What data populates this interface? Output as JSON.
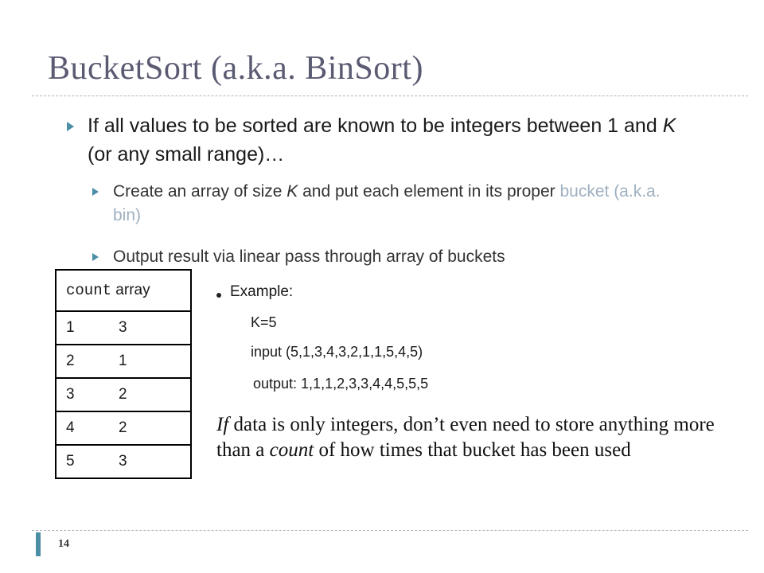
{
  "slide": {
    "title": "BucketSort (a.k.a. BinSort)",
    "page_number": "14",
    "bullets": {
      "main_1": "If all values to be sorted are known to be integers between 1 and ",
      "main_k": "K",
      "main_2": " (or any small range)…",
      "sub1_1": "Create an array of size ",
      "sub1_k": "K",
      "sub1_2": " and put each element in its proper ",
      "sub1_hl": "bucket (a.k.a. bin)",
      "sub2": "Output result via linear pass through array of buckets"
    },
    "table": {
      "header_code": "count",
      "header_text": " array",
      "rows": [
        {
          "k": "1",
          "v": "3"
        },
        {
          "k": "2",
          "v": "1"
        },
        {
          "k": "3",
          "v": "2"
        },
        {
          "k": "4",
          "v": "2"
        },
        {
          "k": "5",
          "v": "3"
        }
      ]
    },
    "example": {
      "label": "Example:",
      "k_line": "K=5",
      "input_line": "input (5,1,3,4,3,2,1,1,5,4,5)",
      "output_line": "output: 1,1,1,2,3,3,4,4,5,5,5"
    },
    "note": {
      "if": "If",
      "part1": " data is only integers, don’t even need to store anything more than a ",
      "count": "count",
      "part2": " of how times that bucket has been used"
    }
  },
  "colors": {
    "title": "#5a5a72",
    "accent": "#4a8fa6",
    "highlight": "#9fb0c0"
  }
}
